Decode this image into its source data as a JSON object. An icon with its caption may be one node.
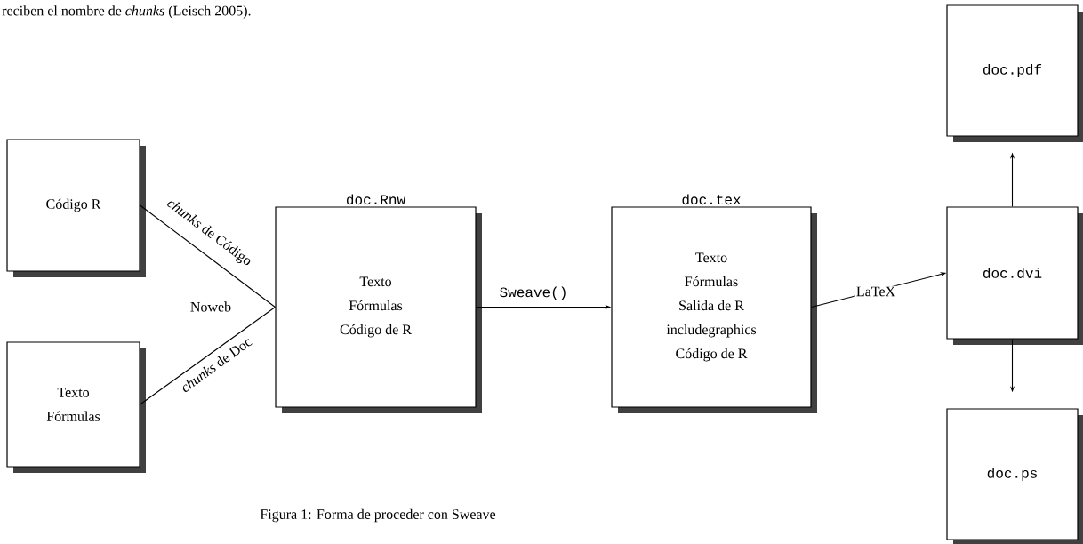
{
  "diagram": {
    "caption": "Figura 1: Forma de proceder con Sweave",
    "nodes": [
      {
        "text": [
          "Código R"
        ]
      },
      {
        "text": [
          "Texto",
          "Fórmulas"
        ]
      },
      {
        "text": [
          "Texto",
          "Fórmulas",
          "Código de R"
        ],
        "beside": [
          "doc.Rnw"
        ]
      },
      {
        "text": [
          "Texto",
          "Fórmulas",
          "Salida de R",
          "includegraphics",
          "Código de R"
        ],
        "beside": [
          "doc.tex"
        ]
      },
      {
        "text": [
          "doc.dvi"
        ]
      },
      {
        "text": [
          "doc.pdf"
        ]
      },
      {
        "text": [
          "doc.ps"
        ]
      }
    ],
    "edges": [
      {
        "from": 0,
        "to": 2,
        "arrow": "none",
        "label": "*chunks* de Código"
      },
      {
        "from": 1,
        "to": 2,
        "arrow": "none",
        "label": "*chunks* de Doc"
      },
      {
        "from": 2,
        "to": 3,
        "arrow": "to",
        "label": "Sweave()"
      },
      {
        "from": 3,
        "to": 4,
        "arrow": "to",
        "label": "LaTeX"
      },
      {
        "from": 4,
        "to": 5,
        "arrow": "to"
      },
      {
        "from": 4,
        "to": 6,
        "arrow": "to"
      }
    ],
    "labels": [
      "reciben el nombre de *chunks* (Leisch 2005).",
      "Noweb"
    ]
  }
}
